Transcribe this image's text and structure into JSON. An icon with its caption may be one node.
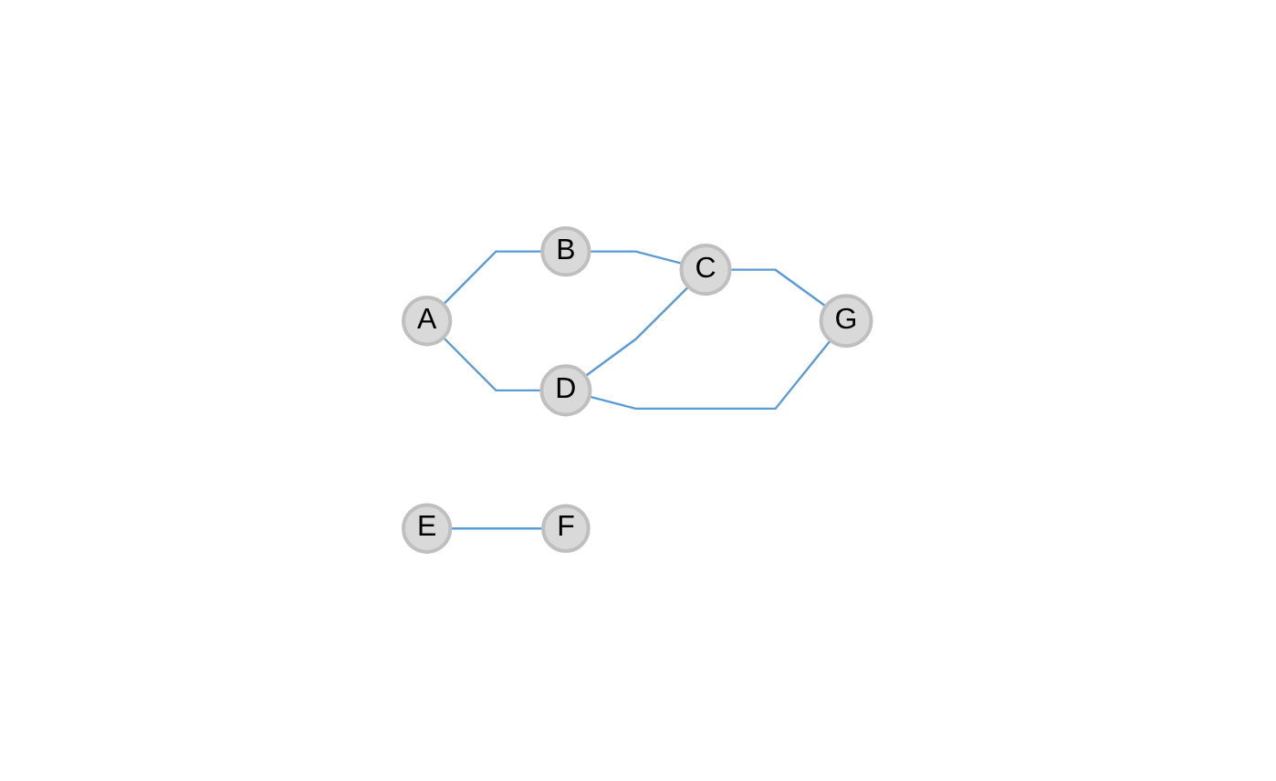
{
  "diagram": {
    "nodes": [
      {
        "text": [
          "B"
        ]
      },
      {
        "text": [
          "A"
        ]
      },
      {
        "text": [
          "C"
        ]
      },
      {
        "text": [
          "D"
        ]
      },
      {
        "text": [
          "E"
        ]
      },
      {
        "text": [
          "G"
        ]
      },
      {
        "text": [
          "F"
        ]
      }
    ],
    "edges": [
      {
        "from": 1,
        "to": 0,
        "arrow": "none"
      },
      {
        "from": 0,
        "to": 2,
        "arrow": "none"
      },
      {
        "from": 1,
        "to": 3,
        "arrow": "none"
      },
      {
        "from": 3,
        "to": 2,
        "arrow": "none"
      },
      {
        "from": 2,
        "to": 5,
        "arrow": "none"
      },
      {
        "from": 3,
        "to": 5,
        "arrow": "none"
      },
      {
        "from": 4,
        "to": 6,
        "arrow": "none"
      }
    ]
  }
}
